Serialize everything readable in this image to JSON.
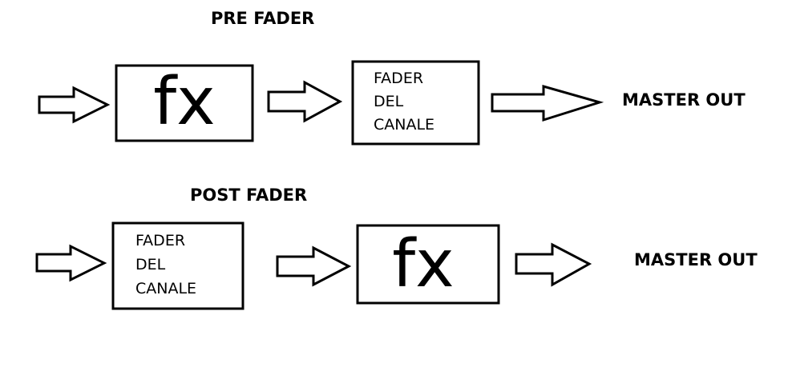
{
  "pre_fader": {
    "title": "PRE FADER",
    "fx_label": "fx",
    "fader_lines": [
      "FADER",
      "DEL",
      "CANALE"
    ],
    "output_label": "MASTER OUT"
  },
  "post_fader": {
    "title": "POST FADER",
    "fader_lines": [
      "FADER",
      "DEL",
      "CANALE"
    ],
    "fx_label": "fx",
    "output_label": "MASTER OUT"
  }
}
